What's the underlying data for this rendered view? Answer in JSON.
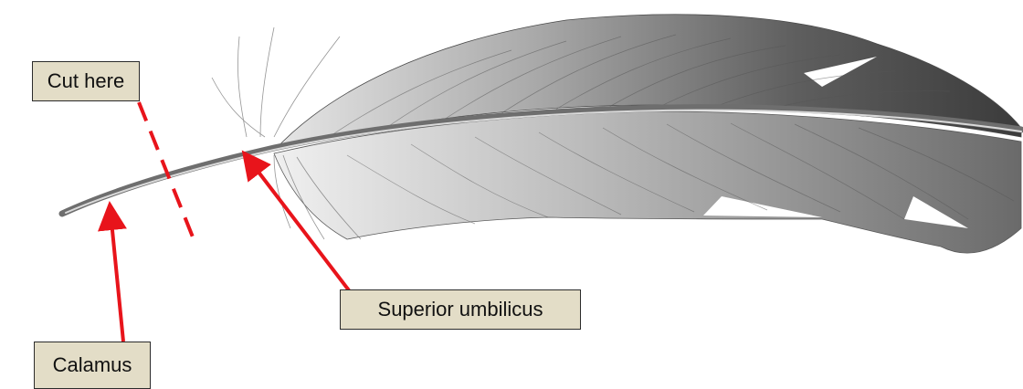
{
  "labels": {
    "cut_here": "Cut here",
    "superior_umbilicus": "Superior umbilicus",
    "calamus": "Calamus"
  },
  "colors": {
    "label_fill": "#e3ddc7",
    "arrow": "#e8141b",
    "feather_dark": "#3a3a3a",
    "feather_mid": "#8a8a8a",
    "feather_light": "#d6d6d6"
  }
}
